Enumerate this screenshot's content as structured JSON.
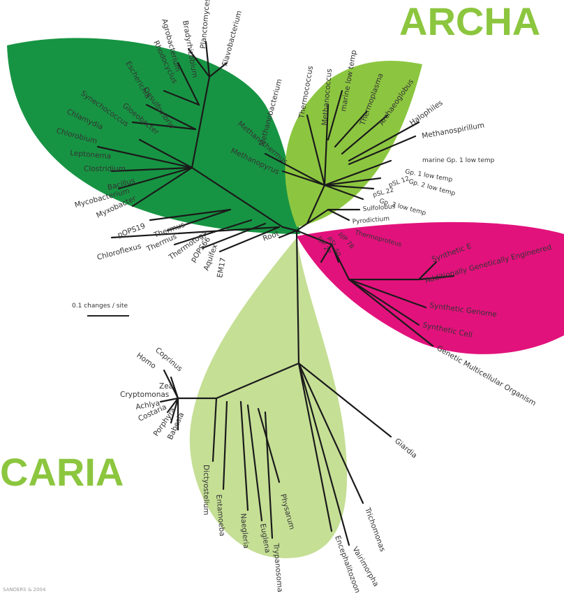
{
  "headings": {
    "archaea": "ARCHA",
    "eucaria": "CARIA"
  },
  "scale_bar": "0.1 changes / site",
  "root_label": "Root",
  "credit": "SANDERS & 2004",
  "colors": {
    "bacteria": "#179443",
    "archaea": "#8cc640",
    "synthetic": "#e2127c",
    "eucaria": "#c5df95",
    "heading": "#8cc63f"
  },
  "bacteria_taxa": [
    "Thermus",
    "Aquifex",
    "EM17",
    "pOPS66",
    "Thermotoga",
    "Thermus",
    "Chloroflexus",
    "pOPS19",
    "Myxobacter",
    "Mycobacterium",
    "Bacillus",
    "Clostridium",
    "Leptonema",
    "Chlorobium",
    "Chlamydia",
    "Synechococcus",
    "Gloeobacter",
    "Desulfovibrio",
    "Escherichia",
    "Rhodocyclus",
    "Agrobacterium",
    "Bradyrhizobium",
    "Planctomyces",
    "Flavobacterium"
  ],
  "archaea_taxa": [
    "Methanobacterium",
    "Thermococcus",
    "Methanococcus",
    "marine low temp",
    "Thermoplasma",
    "Archaeoglobus",
    "Halophiles",
    "Methanospirillum",
    "Methanothermus",
    "Methanopyrus",
    "marine Gp. 1 low temp",
    "Gp. 1 low temp",
    "Gp. 2 low temp",
    "pSL 12",
    "pSL 22",
    "Gp. 3 low temp",
    "Sulfolobus",
    "Pyrodictium",
    "Thermoproteus",
    "pJP 78",
    "pJP 27",
    "pSL 50"
  ],
  "synthetic_taxa": [
    "Synthetic E",
    "Additionally Genetically Engineered",
    "Synthetic Genome",
    "Synthetic Cell",
    "Genetic Multicellular Organism"
  ],
  "eucaria_taxa": [
    "Coprinus",
    "Homo",
    "Zea",
    "Cryptomonas",
    "Achlya",
    "Costaria",
    "Porphyra",
    "Babesia",
    "Dictyostelium",
    "Entamoeba",
    "Naegleria",
    "Euglena",
    "Physarum",
    "Trypanosoma",
    "Giardia",
    "Trichomonas",
    "Encephalitozoon",
    "Vairimorpha"
  ]
}
